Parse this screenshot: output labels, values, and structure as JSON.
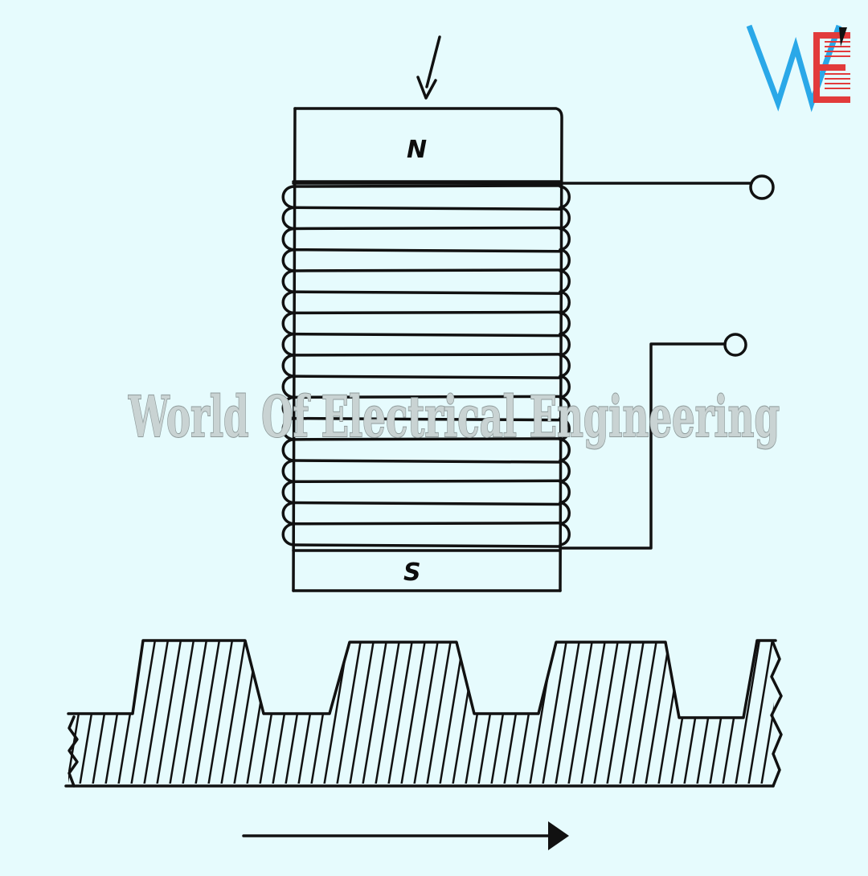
{
  "diagram": {
    "pole_labels": {
      "north": "N",
      "south": "S"
    },
    "watermark": "World Of Electrical Engineering",
    "logo": {
      "letters": "WE",
      "colors": {
        "w": "#2aa8e8",
        "e": "#e23b3b"
      }
    },
    "colors": {
      "background": "#e6fbfd",
      "ink": "#111111"
    },
    "coil_turns": 18,
    "rotor_teeth": 3
  }
}
